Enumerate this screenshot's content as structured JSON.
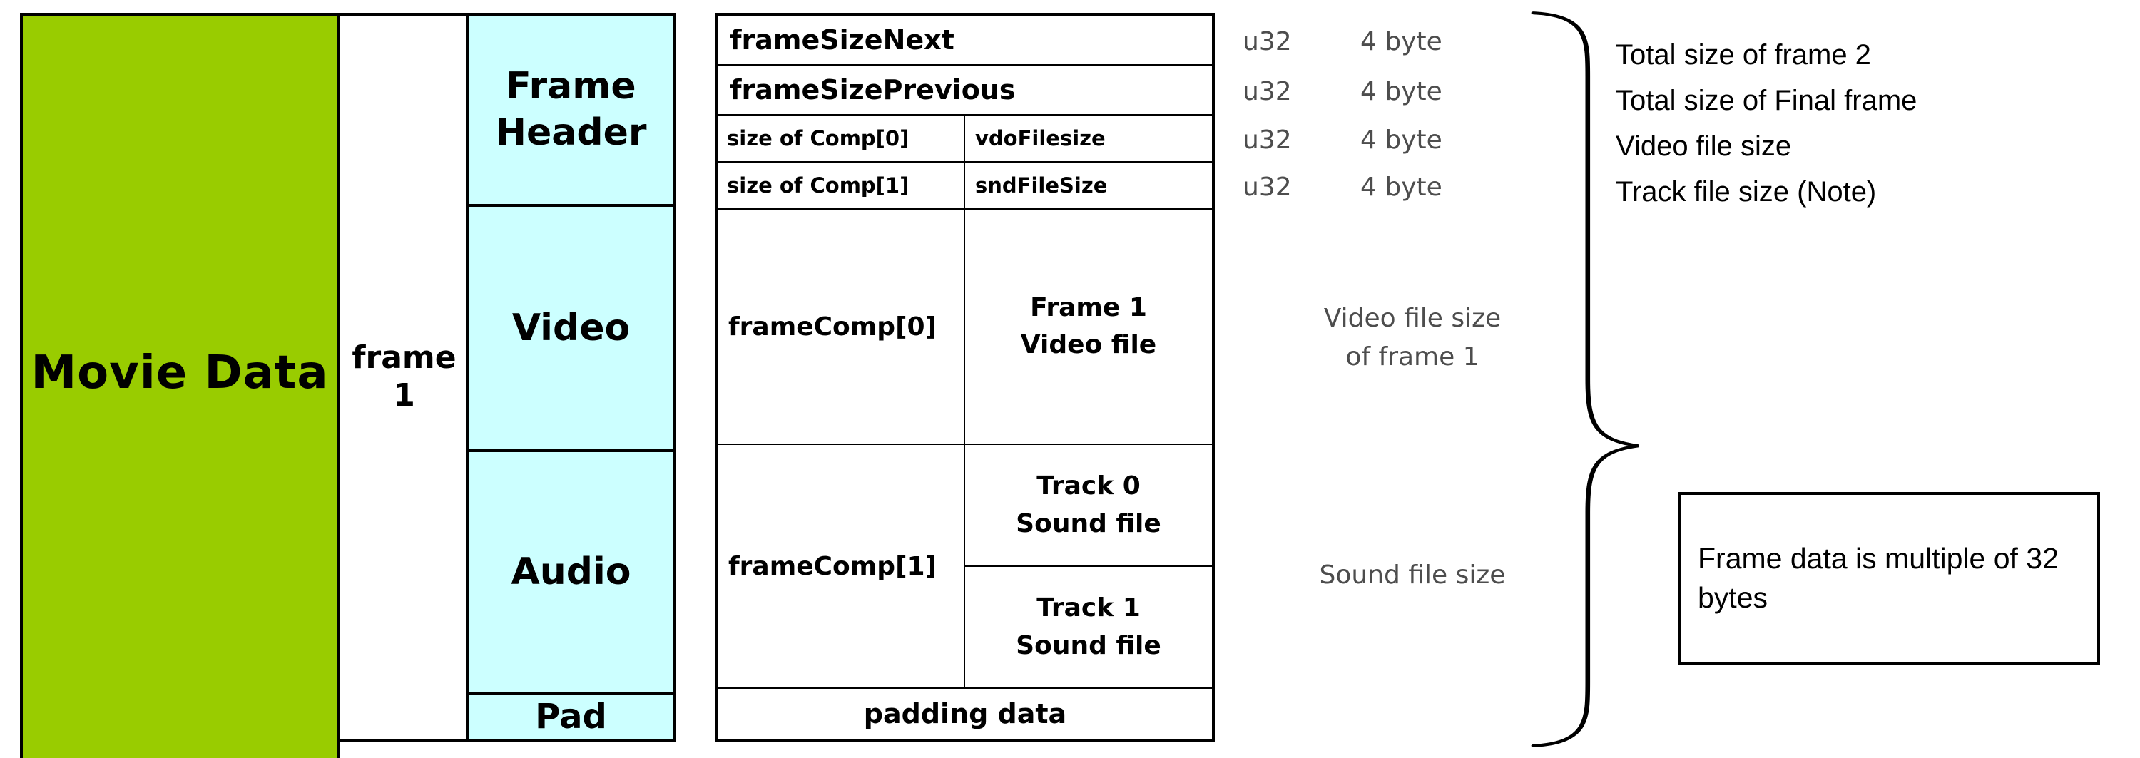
{
  "colors": {
    "movie_green": "#99cc00",
    "section_cyan": "#ccffff",
    "line_black": "#000000",
    "muted_gray": "#4d4d4d"
  },
  "movie_box": {
    "label": "Movie Data"
  },
  "frame_column": {
    "line1": "frame",
    "line2": "1"
  },
  "sections": {
    "frame_header": {
      "line1": "Frame",
      "line2": "Header"
    },
    "video": "Video",
    "audio": "Audio",
    "pad": "Pad"
  },
  "table": {
    "row1": {
      "label": "frameSizeNext",
      "type": "u32",
      "size": "4 byte"
    },
    "row2": {
      "label": "frameSizePrevious",
      "type": "u32",
      "size": "4 byte"
    },
    "row3": {
      "left": "size of Comp[0]",
      "right": "vdoFilesize",
      "type": "u32",
      "size": "4 byte"
    },
    "row4": {
      "left": "size of Comp[1]",
      "right": "sndFileSize",
      "type": "u32",
      "size": "4 byte"
    },
    "video_block": {
      "label": "frameComp[0]",
      "file": {
        "line1": "Frame 1",
        "line2": "Video file"
      }
    },
    "audio_block": {
      "label": "frameComp[1]",
      "track0": {
        "line1": "Track 0",
        "line2": "Sound file"
      },
      "track1": {
        "line1": "Track 1",
        "line2": "Sound file"
      }
    },
    "padding_row": "padding data"
  },
  "size_annotations": {
    "video": {
      "line1": "Video file size",
      "line2": "of frame 1"
    },
    "sound": "Sound file size"
  },
  "brace_labels": {
    "row1": "Total size of frame 2",
    "row2": "Total size of Final frame",
    "row3": "Video file size",
    "row4": "Track file size (Note)"
  },
  "note_box": {
    "text": "Frame data is multiple of 32 bytes"
  }
}
